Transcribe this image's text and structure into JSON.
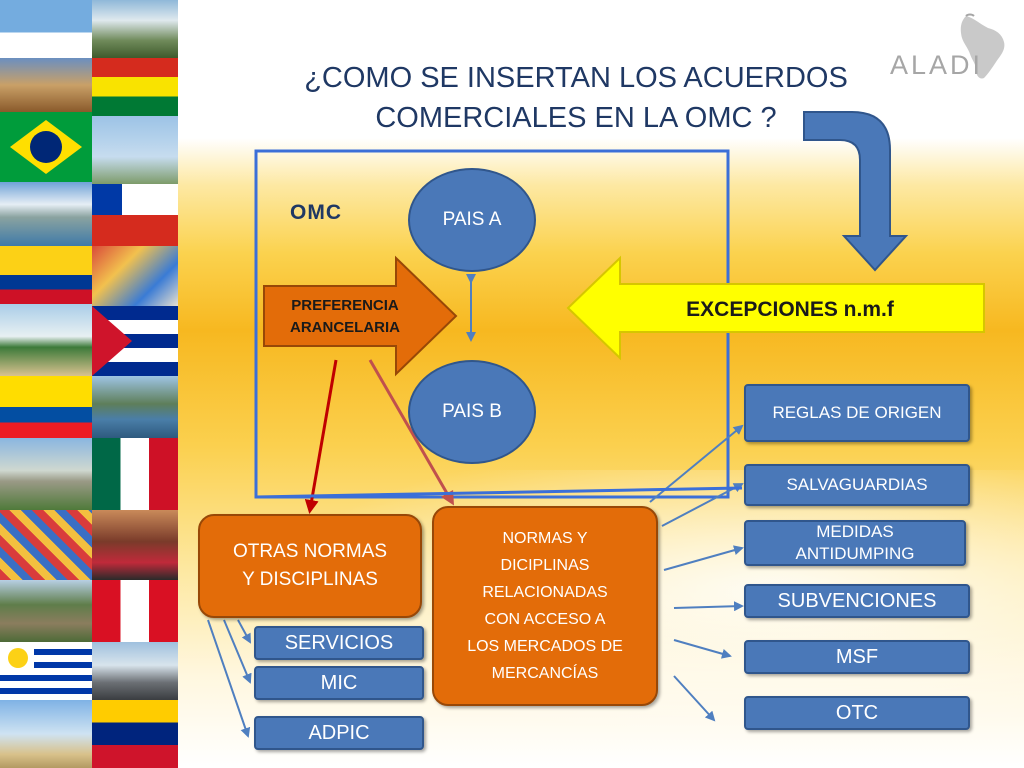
{
  "slide": {
    "title_line1": "¿COMO SE INSERTAN LOS ACUERDOS",
    "title_line2": "COMERCIALES EN LA OMC ?",
    "logo": {
      "text": "ALADI",
      "icon": "latin-america-map-icon"
    }
  },
  "colors": {
    "title": "#1f3864",
    "blue_shape": "#4a78b8",
    "orange_shape": "#e36c09",
    "yellow_arrow": "#ffff00",
    "frame": "#3b6fd8",
    "red_arrow": "#c00000"
  },
  "diagram": {
    "omc_label": "OMC",
    "pais_a": "PAIS A",
    "pais_b": "PAIS B",
    "preferencia_line1": "PREFERENCIA",
    "preferencia_line2": "ARANCELARIA",
    "excepciones": "EXCEPCIONES n.m.f",
    "otras_normas_line1": "OTRAS NORMAS",
    "otras_normas_line2": "Y DISCIPLINAS",
    "normas_lines": [
      "NORMAS Y",
      "DICIPLINAS",
      "RELACIONADAS",
      "CON  ACCESO A",
      "LOS MERCADOS DE",
      "MERCANCÍAS"
    ],
    "right_boxes": [
      "REGLAS DE ORIGEN",
      "SALVAGUARDIAS",
      "MEDIDAS ANTIDUMPING",
      "SUBVENCIONES",
      "MSF",
      "OTC"
    ],
    "left_boxes": [
      "SERVICIOS",
      "MIC",
      "ADPIC"
    ]
  },
  "image_strip": {
    "tiles": [
      "argentina-flag",
      "waterfall-landscape",
      "colonial-building",
      "bolivia-flag",
      "brazil-flag",
      "christ-statue",
      "mountain-lake",
      "chile-flag",
      "colombia-flag",
      "dancers",
      "palm-beach",
      "cuba-flag",
      "ecuador-flag",
      "lake-mountains",
      "mayan-pyramid",
      "mexico-flag",
      "textiles",
      "people-portrait",
      "machu-picchu",
      "peru-flag",
      "uruguay-flag",
      "city-skyline",
      "palm-tree",
      "venezuela-flag"
    ]
  }
}
